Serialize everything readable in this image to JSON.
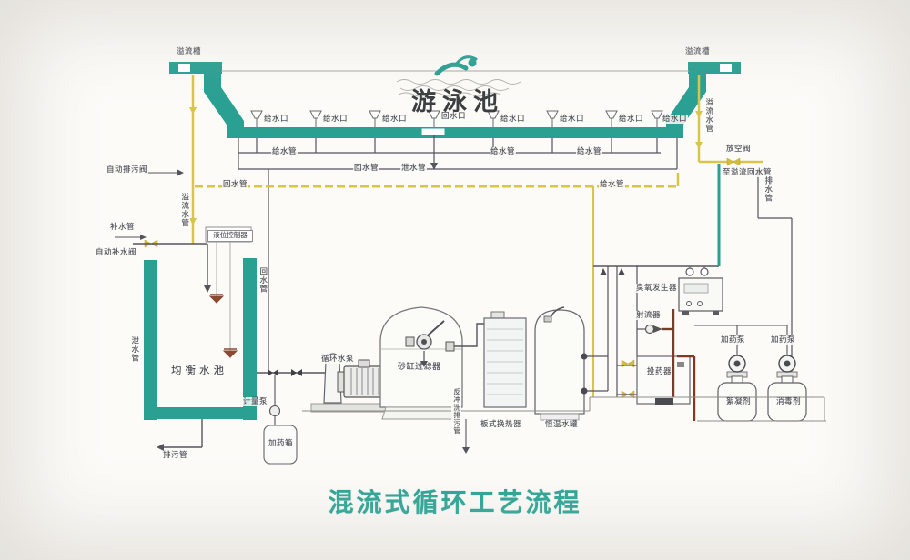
{
  "meta": {
    "pool_title": "游泳池",
    "caption": "混流式循环工艺流程"
  },
  "colors": {
    "teal": "#2aa093",
    "caption_teal": "#2ca496",
    "pipe_yellow": "#d8c54b",
    "pipe_maroon": "#7d3a2a",
    "line_gray": "#54545c"
  },
  "pool": {
    "gutter_left": "溢流槽",
    "gutter_right": "溢流槽",
    "inlets": [
      {
        "label": "给水口"
      },
      {
        "label": "给水口"
      },
      {
        "label": "给水口"
      },
      {
        "label": "回水口"
      },
      {
        "label": "给水口"
      },
      {
        "label": "给水口"
      },
      {
        "label": "给水口"
      },
      {
        "label": "给水口"
      }
    ],
    "headers": {
      "supply_left": "给水管",
      "supply_right": "给水管",
      "supply_far_right": "给水管",
      "return_center": "回水管",
      "drain_center": "泄水管",
      "main_return": "回水管",
      "main_supply": "给水管"
    }
  },
  "left_side": {
    "overflow_pipe": "溢流水管",
    "blowdown_valve": "自动排污阀",
    "makeup_pipe": "补水管",
    "makeup_valve": "自动补水阀",
    "level_controller": "液位控制器",
    "balance_tank": "均衡水池",
    "tank_drain": "泄水管",
    "tank_blowdown": "排污管",
    "return_riser": "回水管"
  },
  "equipment": {
    "metering_pump": "计量泵",
    "dosing_tank_small": "加药箱",
    "pump": "循环水泵",
    "filter": "砂缸过滤器",
    "backwash": "反冲洗排污管",
    "heat_exchanger": "板式换热器",
    "heater_tank": "恒温水罐"
  },
  "right_side": {
    "overflow_pipe": "溢流水管",
    "vent_valve": "放空阀",
    "to_return": "至溢流回水管",
    "drain_pipe": "排水管",
    "ozone": "臭氧发生器",
    "injector": "射流器",
    "doser": "投药器",
    "dosing_pump_left": "加药泵",
    "dosing_pump_right": "加药泵",
    "tank_flocculant": "絮凝剂",
    "tank_disinfectant": "消毒剂"
  }
}
